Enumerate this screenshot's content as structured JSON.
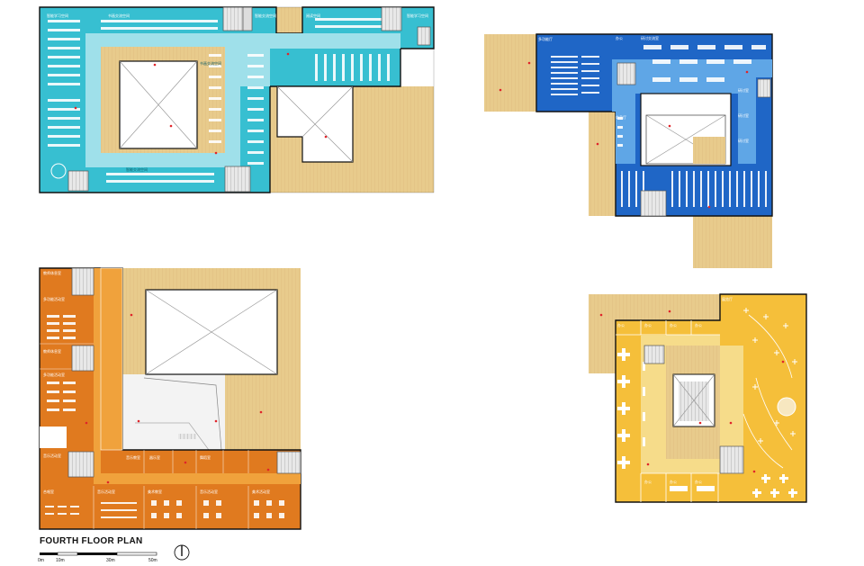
{
  "plan_title": "FOURTH FLOOR PLAN",
  "scale_bar": {
    "labels": [
      "0m",
      "10m",
      "30m",
      "50m"
    ]
  },
  "colors": {
    "wood": "#e8cb8c",
    "cyan_zone": "#37bfd1",
    "cyan_corridor": "#9fe0ea",
    "blue_zone": "#1f66c6",
    "blue_corridor": "#5fa6e6",
    "orange_zone": "#e07a1f",
    "orange_corridor": "#f0a23c",
    "yellow_zone": "#f5bf3a",
    "yellow_corridor": "#f6dc8a"
  },
  "plans": {
    "cyan": {
      "labels": [
        "智能学习空间",
        "书画交流空间",
        "智能交流空间",
        "阅读空间",
        "智能学习空间",
        "书画交流空间",
        "智能交流空间"
      ]
    },
    "blue": {
      "labels": [
        "多功能厅",
        "办公",
        "研讨交流室",
        "会议室",
        "会议室",
        "研讨室",
        "研讨室",
        "休息厅",
        "研讨室"
      ]
    },
    "orange": {
      "labels": [
        "教师休息室",
        "多功能活动室",
        "教师休息室",
        "多功能活动室",
        "音乐教室",
        "器乐室",
        "舞蹈室",
        "音乐活动室",
        "合唱室",
        "音乐活动室",
        "美术教室",
        "音乐活动室",
        "美术活动室"
      ]
    },
    "yellow": {
      "labels": [
        "展览厅",
        "办公",
        "办公",
        "办公",
        "办公",
        "办公",
        "办公",
        "办公"
      ]
    }
  }
}
